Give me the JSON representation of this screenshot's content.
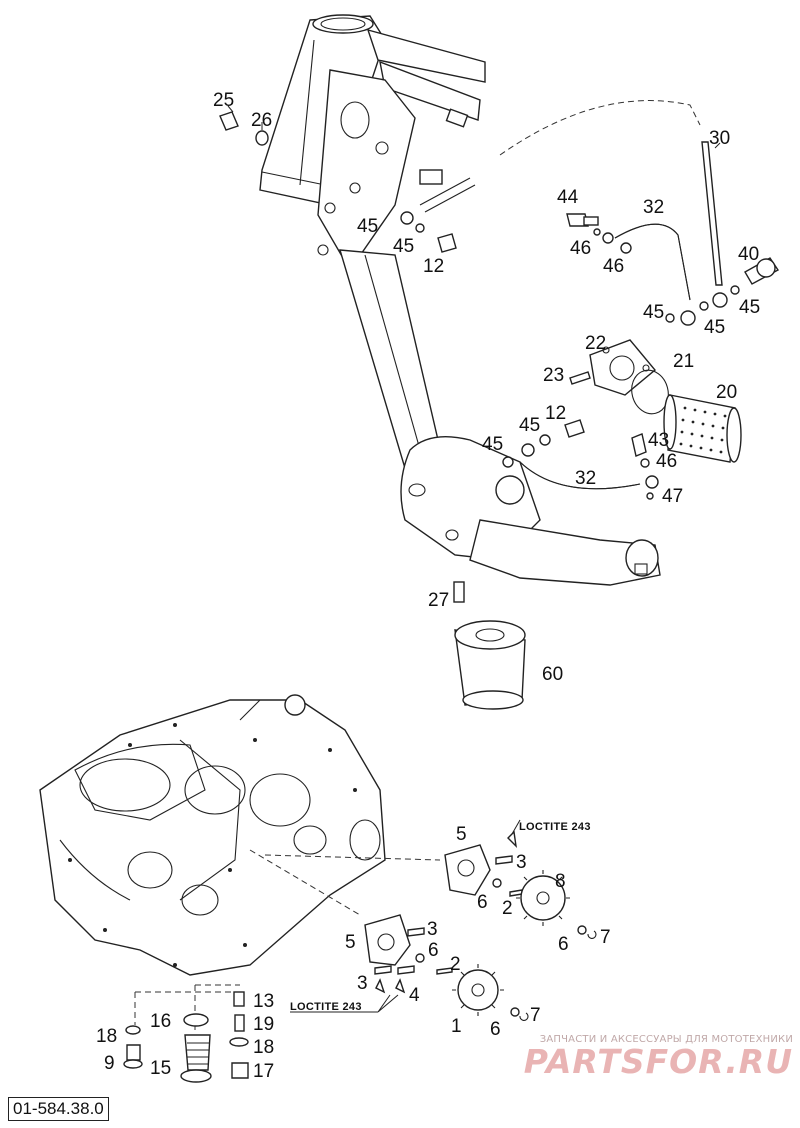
{
  "diagram": {
    "document_number": "01-584.38.0",
    "callouts": {
      "c25": "25",
      "c26": "26",
      "c30": "30",
      "c44": "44",
      "c32a": "32",
      "c45a": "45",
      "c45b": "45",
      "c12a": "12",
      "c46a": "46",
      "c46b": "46",
      "c40": "40",
      "c45c": "45",
      "c45d": "45",
      "c45e": "45",
      "c22": "22",
      "c21": "21",
      "c23": "23",
      "c20": "20",
      "c45f": "45",
      "c12b": "12",
      "c45g": "45",
      "c43": "43",
      "c46c": "46",
      "c32b": "32",
      "c47": "47",
      "c27": "27",
      "c60": "60",
      "c5a": "5",
      "c3a": "3",
      "c8": "8",
      "c6a": "6",
      "c2a": "2",
      "c6b": "6",
      "c7a": "7",
      "c5b": "5",
      "c3b": "3",
      "c6c": "6",
      "c2b": "2",
      "c3c": "3",
      "c4": "4",
      "c1": "1",
      "c6d": "6",
      "c7b": "7",
      "c13": "13",
      "c16": "16",
      "c19": "19",
      "c18a": "18",
      "c18b": "18",
      "c9": "9",
      "c15": "15",
      "c17": "17"
    },
    "annotations": {
      "loctite_top": "LOCTITE 243",
      "loctite_bottom": "LOCTITE 243"
    }
  },
  "watermark": {
    "tagline": "ЗАПЧАСТИ И АКСЕССУАРЫ ДЛЯ МОТОТЕХНИКИ",
    "logo_text": "PARTSFOR.RU"
  }
}
